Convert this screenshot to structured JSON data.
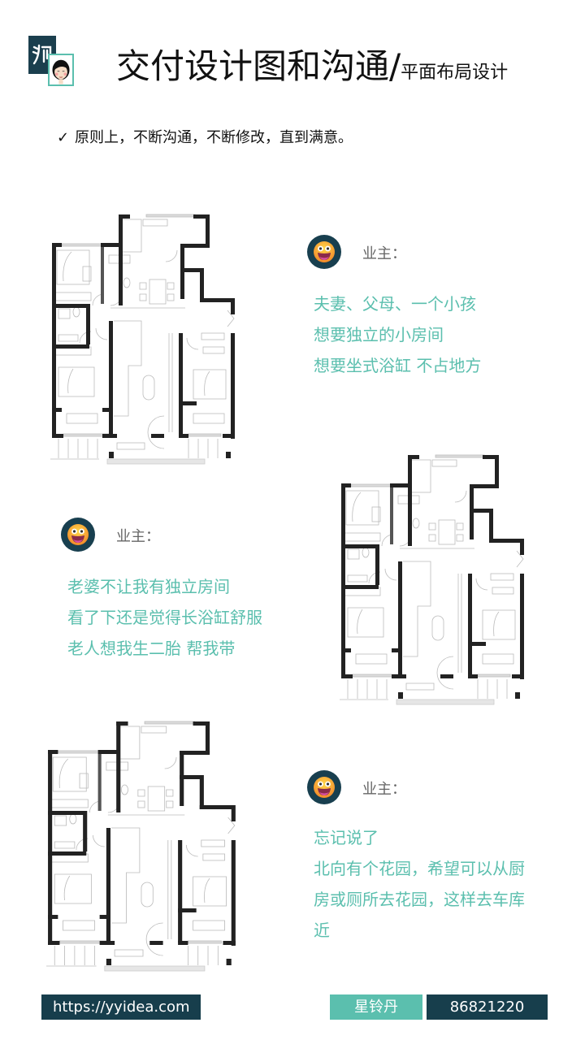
{
  "header": {
    "title_main": "交付设计图和沟通/",
    "title_sub": "平面布局设计",
    "logo_icon": "studio-logo-with-avatar-icon"
  },
  "principle": {
    "check_icon": "✓",
    "text": "原则上，不断沟通，不断修改，直到满意。"
  },
  "floor_plans": [
    {
      "label": "floor-plan-version-1"
    },
    {
      "label": "floor-plan-version-2"
    },
    {
      "label": "floor-plan-version-3"
    }
  ],
  "feedback": [
    {
      "speaker": "业主：",
      "avatar_icon": "grinning-face-emoji",
      "lines": [
        "夫妻、父母、一个小孩",
        "想要独立的小房间",
        "想要坐式浴缸 不占地方"
      ]
    },
    {
      "speaker": "业主：",
      "avatar_icon": "grinning-face-emoji",
      "lines": [
        "老婆不让我有独立房间",
        "看了下还是觉得长浴缸舒服",
        "老人想我生二胎 帮我带"
      ]
    },
    {
      "speaker": "业主：",
      "avatar_icon": "grinning-face-emoji",
      "lines": [
        "忘记说了",
        "北向有个花园，希望可以从厨",
        "房或厕所去花园，这样去车库",
        "近"
      ]
    }
  ],
  "footer": {
    "url": "https://yyidea.com",
    "name": "星铃丹",
    "phone": "86821220"
  },
  "colors": {
    "accent_teal": "#5bbfae",
    "dark_navy": "#173e4c",
    "wall": "#222222"
  }
}
